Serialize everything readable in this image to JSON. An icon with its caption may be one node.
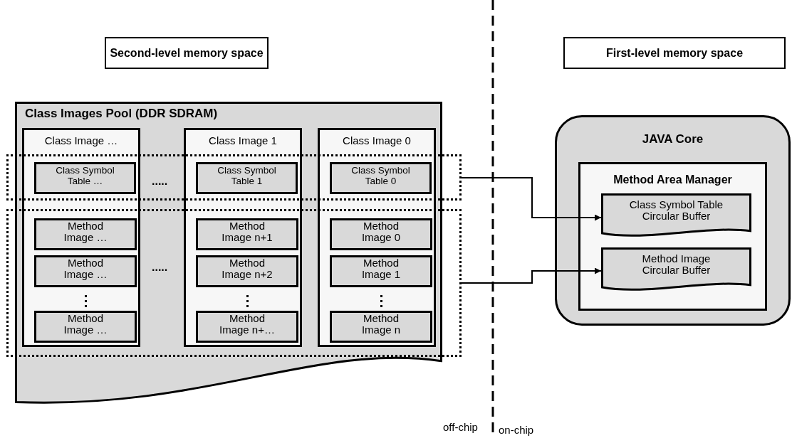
{
  "diagram": {
    "nodes": [
      {
        "text": [
          "Second-level memory space"
        ]
      },
      {
        "text": [
          "First-level memory space"
        ]
      },
      {
        "text": [
          "Class Images Pool (DDR SDRAM)"
        ]
      },
      {
        "text": [
          "Class Image …"
        ],
        "in": 2
      },
      {
        "text": [
          "Class Symbol Table …"
        ]
      },
      {
        "text": [
          "Method Image …"
        ]
      },
      {
        "text": [
          "Method Image …"
        ]
      },
      {
        "text": [
          "Method Image …"
        ]
      },
      {
        "text": [
          "Class Image 1"
        ],
        "in": 2
      },
      {
        "text": [
          "Class Symbol Table 1"
        ]
      },
      {
        "text": [
          "Method Image n+1"
        ]
      },
      {
        "text": [
          "Method Image n+2"
        ]
      },
      {
        "text": [
          "Method Image n+…"
        ]
      },
      {
        "text": [
          "Class Image 0"
        ],
        "in": 2
      },
      {
        "text": [
          "Class Symbol Table 0"
        ]
      },
      {
        "text": [
          "Method Image 0"
        ]
      },
      {
        "text": [
          "Method Image 1"
        ]
      },
      {
        "text": [
          "Method Image n"
        ]
      },
      {
        "text": [],
        "shape": "box"
      },
      {
        "text": [],
        "shape": "box"
      },
      {
        "text": [
          "JAVA Core"
        ]
      },
      {
        "text": [
          "Method Area Manager"
        ],
        "in": 20
      },
      {
        "text": [
          "Class Symbol Table Circular Buffer"
        ],
        "in": 21
      },
      {
        "text": [
          "Method Image Circular Buffer"
        ],
        "in": 21
      }
    ],
    "edges": [
      {
        "from": 18,
        "to": 22,
        "arrow": "to"
      },
      {
        "from": 19,
        "to": 23,
        "arrow": "to"
      }
    ],
    "labels": [
      ".....",
      ".....",
      "off-chip",
      "on-chip"
    ]
  }
}
